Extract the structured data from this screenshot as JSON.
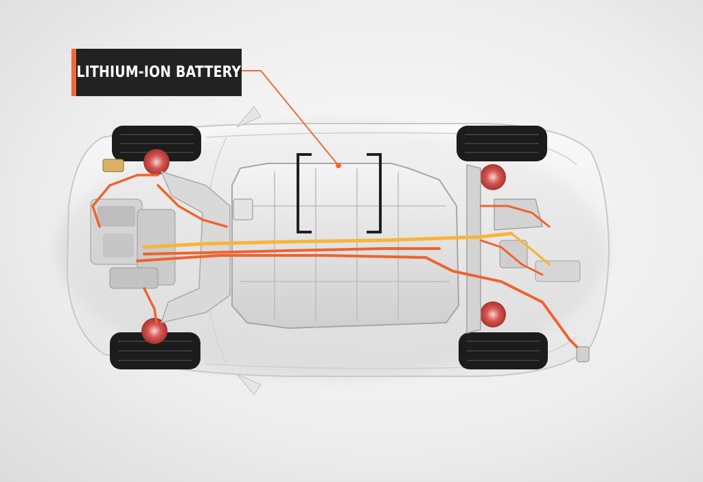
{
  "callout": {
    "label": "LITHIUM-ION BATTERY",
    "accent_color": "#ef6a3a",
    "box_color": "#222222"
  },
  "vehicle": {
    "view": "top-down x-ray chassis",
    "highlight_component": "battery-pack",
    "colors": {
      "cable_orange": "#f0622d",
      "cable_yellow": "#f6b53a",
      "battery_metal": "#e3e3e3",
      "tire": "#1c1c1c",
      "brake_red": "#c9413f"
    }
  }
}
